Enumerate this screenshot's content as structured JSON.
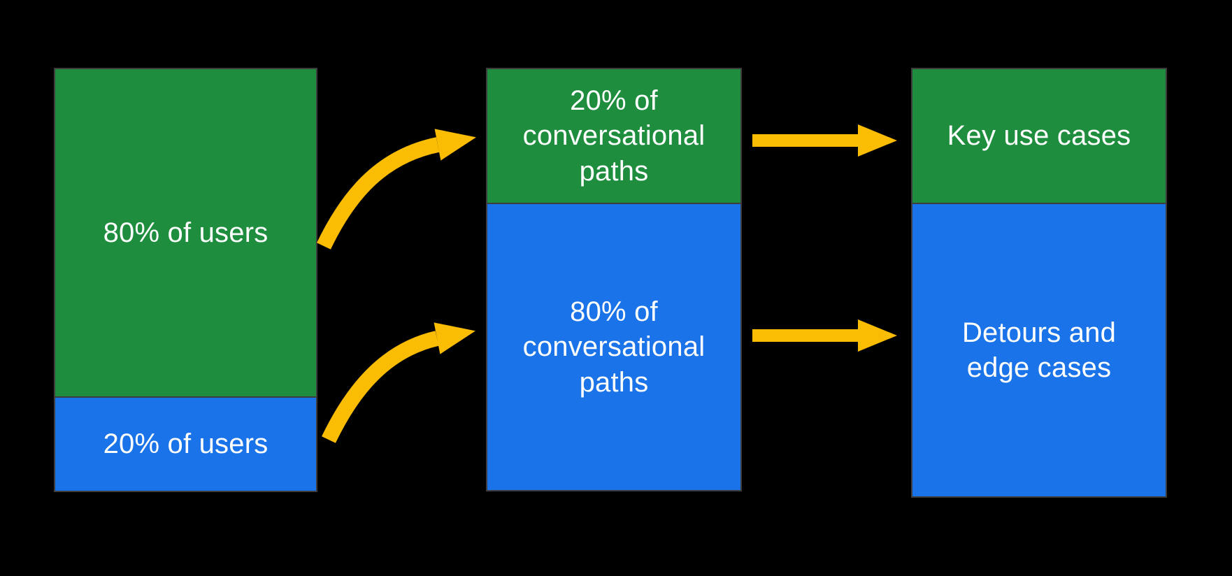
{
  "page": {
    "background": "#000000",
    "description": "80/20 funnel diagram: users to conversational paths to use cases"
  },
  "colors": {
    "green": "#1e8e3e",
    "blue": "#1a73e8",
    "yellow": "#fbbc04",
    "border": "#3d3d3d",
    "label": "#ffffff"
  },
  "diagram": {
    "columns": [
      {
        "name": "users",
        "segments": [
          {
            "label": "80% of users",
            "color": "green",
            "proportion": 0.78
          },
          {
            "label": "20% of users",
            "color": "blue",
            "proportion": 0.22
          }
        ]
      },
      {
        "name": "conversational-paths",
        "segments": [
          {
            "label": "20% of conversational paths",
            "color": "green",
            "proportion": 0.32
          },
          {
            "label": "80% of conversational paths",
            "color": "blue",
            "proportion": 0.68
          }
        ]
      },
      {
        "name": "use-cases",
        "segments": [
          {
            "label": "Key use cases",
            "color": "green",
            "proportion": 0.31
          },
          {
            "label": "Detours and edge cases",
            "color": "blue",
            "proportion": 0.69
          }
        ]
      }
    ],
    "arrows": [
      {
        "name": "curved-arrow-users-top-to-paths-top",
        "shape": "curved",
        "color": "#fbbc04"
      },
      {
        "name": "curved-arrow-users-bottom-to-paths-bottom",
        "shape": "curved",
        "color": "#fbbc04"
      },
      {
        "name": "straight-arrow-paths-top-to-key-use-cases",
        "shape": "straight",
        "color": "#fbbc04"
      },
      {
        "name": "straight-arrow-paths-bottom-to-detours",
        "shape": "straight",
        "color": "#fbbc04"
      }
    ]
  }
}
